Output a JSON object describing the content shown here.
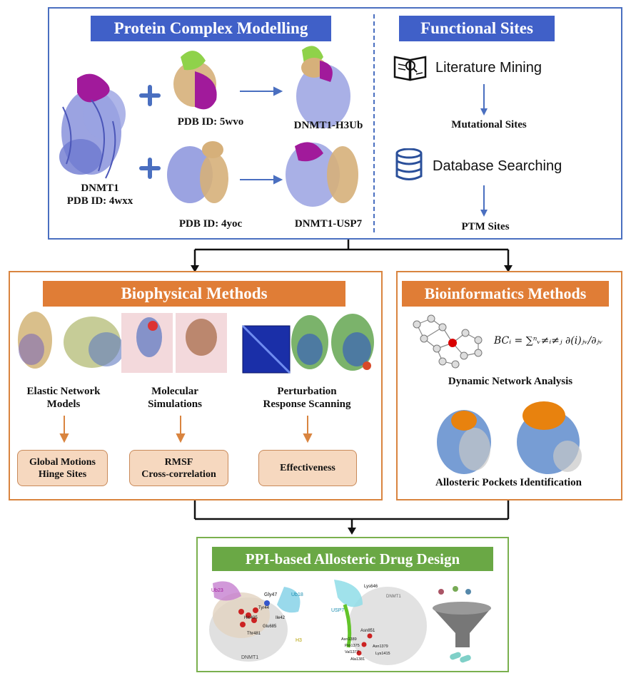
{
  "colors": {
    "blue_panel": "#4a6fc0",
    "blue_header": "#4060c8",
    "orange_panel": "#d9843f",
    "orange_header": "#e07d36",
    "green_panel": "#7ab04e",
    "green_header": "#6aa845",
    "pill_fill": "#f6d8bf",
    "protein_blue": "#7f89d6",
    "magenta": "#a11a9b",
    "tan": "#d6b07a",
    "lime": "#8fd24a"
  },
  "protein_panel": {
    "title": "Protein Complex Modelling",
    "dnmt1_label": "DNMT1",
    "dnmt1_pdb": "PDB ID: 4wxx",
    "pdb_5wvo": "PDB ID: 5wvo",
    "pdb_4yoc": "PDB ID: 4yoc",
    "complex_h3ub": "DNMT1-H3Ub",
    "complex_usp7": "DNMT1-USP7"
  },
  "functional_panel": {
    "title": "Functional Sites",
    "literature": "Literature Mining",
    "mutational": "Mutational Sites",
    "database": "Database Searching",
    "ptm": "PTM Sites"
  },
  "biophysical_panel": {
    "title": "Biophysical Methods",
    "col1": "Elastic Network\nModels",
    "col2": "Molecular\nSimulations",
    "col3": "Perturbation\nResponse Scanning",
    "out1": "Global Motions\nHinge Sites",
    "out2": "RMSF\nCross-correlation",
    "out3": "Effectiveness"
  },
  "bioinformatics_panel": {
    "title": "Bioinformatics Methods",
    "formula": "BCᵢ = ∑ⁿᵥ≠ᵢ≠ⱼ ∂(i)ⱼᵥ/∂ⱼᵥ",
    "network": "Dynamic Network Analysis",
    "pockets": "Allosteric Pockets Identification"
  },
  "ppi_panel": {
    "title": "PPI-based Allosteric Drug Design",
    "residues_left": [
      "Ub23",
      "Gly47",
      "Ub18",
      "Tyr44",
      "His405",
      "Ile42",
      "Glu685",
      "Thr481",
      "H3",
      "DNMT1"
    ],
    "residues_right": [
      "Lys646",
      "DNMT1",
      "USP7",
      "Asn851",
      "Asn1389",
      "Pro1375",
      "Asn1379",
      "Val1377",
      "Lys1415",
      "Ala1381"
    ]
  }
}
